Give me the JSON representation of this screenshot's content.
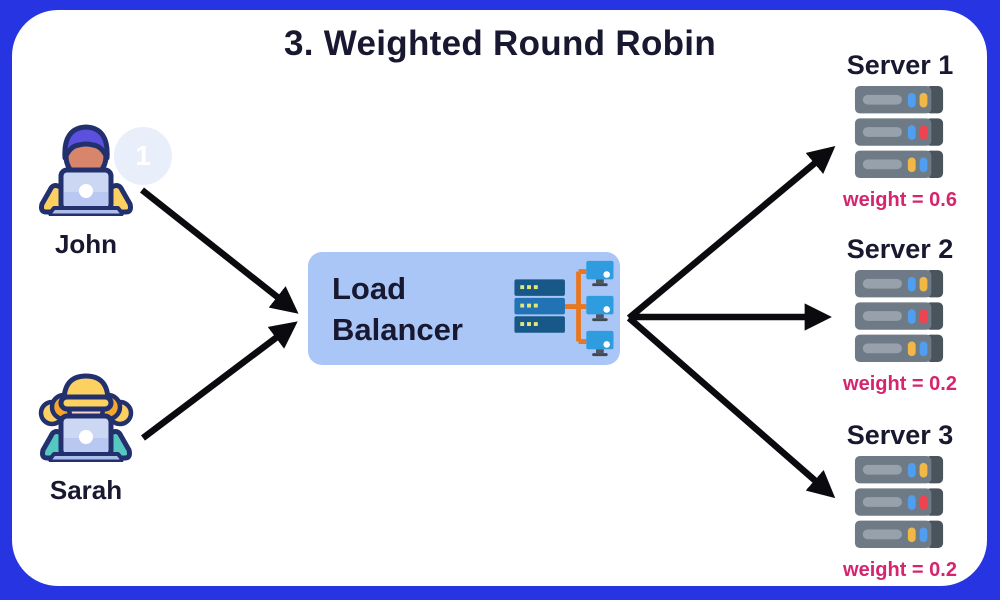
{
  "title": "3. Weighted Round Robin",
  "users": {
    "john": {
      "name": "John",
      "badge": "1"
    },
    "sarah": {
      "name": "Sarah"
    }
  },
  "load_balancer": {
    "label": "Load Balancer"
  },
  "servers": [
    {
      "label": "Server 1",
      "weight": "weight = 0.6"
    },
    {
      "label": "Server 2",
      "weight": "weight = 0.2"
    },
    {
      "label": "Server 3",
      "weight": "weight = 0.2"
    }
  ],
  "icons": {
    "john": "man-at-laptop-icon",
    "sarah": "woman-at-laptop-icon",
    "load_balancer": "load-balancer-network-icon",
    "server": "server-rack-icon"
  },
  "colors": {
    "frame_border": "#2634e2",
    "canvas_bg": "#ffffff",
    "ink": "#181830",
    "weight_text": "#d6246e",
    "lb_box_bg": "#a9c6f7",
    "arrow": "#0b0b0f",
    "badge_bg": "#e9eefb",
    "badge_text": "#ffffff"
  }
}
